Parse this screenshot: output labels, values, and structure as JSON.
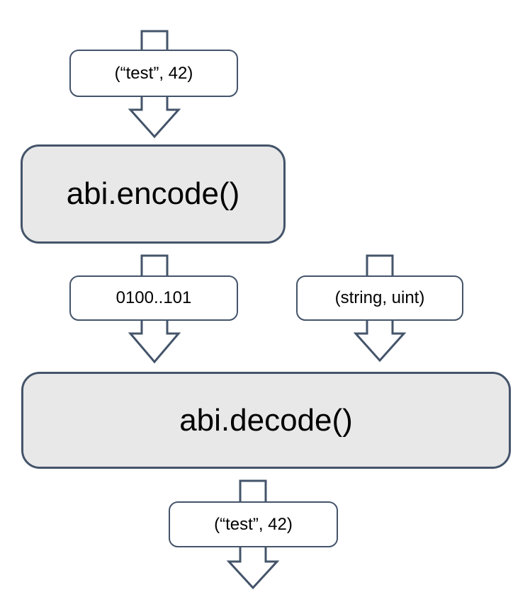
{
  "colors": {
    "stroke": "#44546a",
    "process_fill": "#e8e8e8",
    "data_fill": "#ffffff",
    "text": "#000000",
    "background": "#ffffff"
  },
  "nodes": {
    "input": {
      "label": "(“test”, 42)"
    },
    "encode": {
      "label": "abi.encode()"
    },
    "encoded_bytes": {
      "label": "0100..101"
    },
    "types": {
      "label": "(string, uint)"
    },
    "decode": {
      "label": "abi.decode()"
    },
    "output": {
      "label": "(“test”, 42)"
    }
  }
}
